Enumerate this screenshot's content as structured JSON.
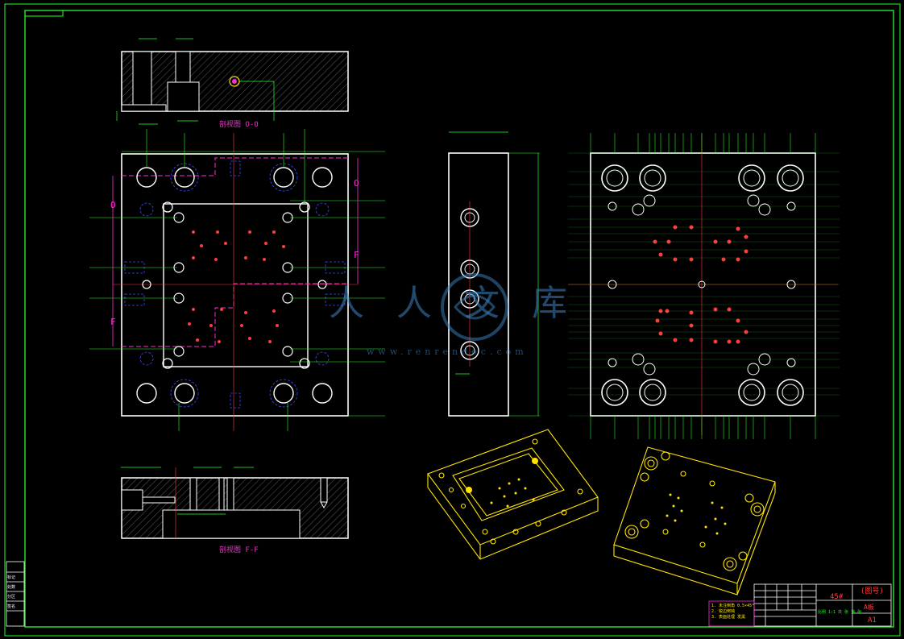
{
  "drawing": {
    "section_labels": {
      "top": "剖视图 O-O",
      "bottom": "剖视图 F-F"
    },
    "section_marks": {
      "o_left": "O",
      "o_right": "O",
      "f_left": "F",
      "f_right": "F"
    },
    "title_block": {
      "material": "45#",
      "part_name": "(图号)",
      "sub_name": "A板",
      "sheet_size": "A1",
      "scale_row": "比例 1:1 共 张 第 张",
      "notes": [
        "1. 未注倒角 0.5×45°",
        "2. 锐边倒钝",
        "3. 表面处理 发黑"
      ]
    },
    "revision_block": {
      "rows": [
        "标记",
        "处数",
        "分区",
        "签名"
      ]
    }
  },
  "watermark": {
    "text": "人人文库",
    "url": "www.renrendoc.com"
  },
  "colors": {
    "border": "#28ff28",
    "part": "#ffffff",
    "center": "#ff3b3b",
    "hidden": "#3b4cff",
    "section": "#ff2bd6",
    "iso": "#ffe400"
  }
}
